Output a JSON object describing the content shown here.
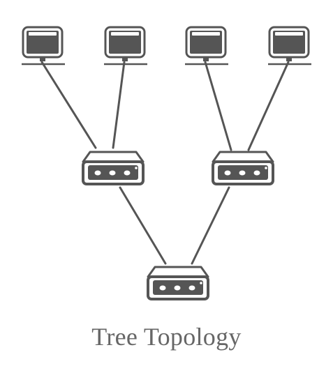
{
  "diagram": {
    "caption": "Tree Topology",
    "colors": {
      "stroke": "#555555",
      "fill": "#ffffff",
      "caption": "#666666"
    },
    "nodes": {
      "root_switch": {
        "type": "switch-icon"
      },
      "switches": [
        {
          "type": "switch-icon",
          "children": [
            "computer-1",
            "computer-2"
          ]
        },
        {
          "type": "switch-icon",
          "children": [
            "computer-3",
            "computer-4"
          ]
        }
      ],
      "computers": [
        {
          "type": "monitor-icon"
        },
        {
          "type": "monitor-icon"
        },
        {
          "type": "monitor-icon"
        },
        {
          "type": "monitor-icon"
        }
      ]
    }
  }
}
